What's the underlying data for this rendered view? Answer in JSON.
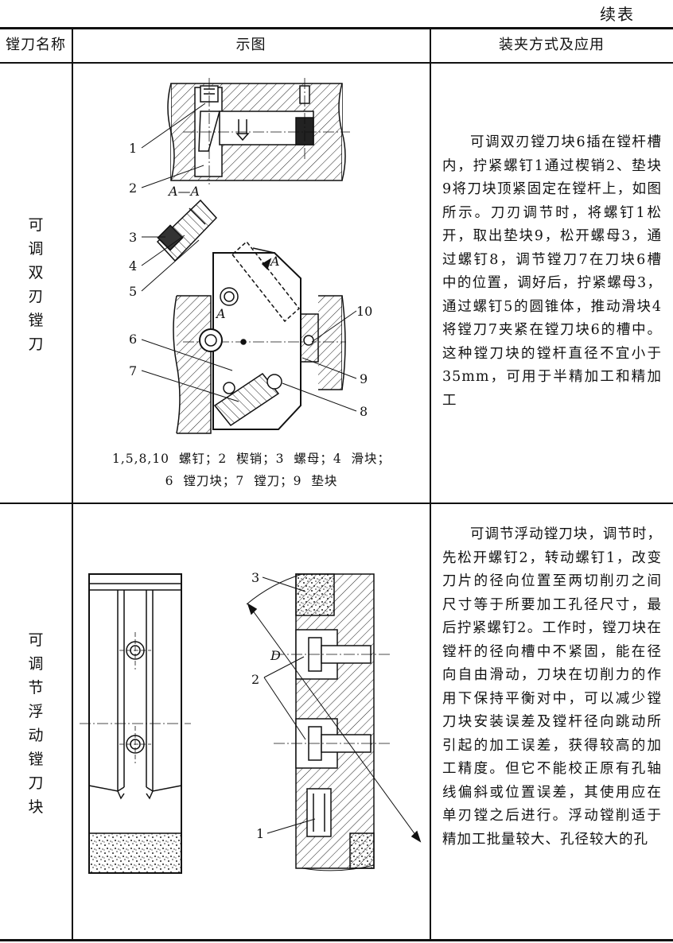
{
  "continued_label": "续表",
  "header": {
    "col1": "镗刀名称",
    "col2": "示图",
    "col3": "装夹方式及应用"
  },
  "rows": [
    {
      "name_chars": [
        "可",
        "调",
        "双",
        "刃",
        "镗",
        "刀"
      ],
      "description": "可调双刃镗刀块6插在镗杆槽内，拧紧螺钉1通过楔销2、垫块9将刀块顶紧固定在镗杆上，如图所示。刀刃调节时，将螺钉1松开，取出垫块9，松开螺母3，通过螺钉8，调节镗刀7在刀块6槽中的位置，调好后，拧紧螺母3，通过螺钉5的圆锥体，推动滑块4将镗刀7夹紧在镗刀块6的槽中。这种镗刀块的镗杆直径不宜小于35mm，可用于半精加工和精加工",
      "caption_line1": "1,5,8,10  螺钉；2  楔销；3  螺母；4  滑块；",
      "caption_line2": "6  镗刀块；7  镗刀；9  垫块",
      "figure_labels": {
        "section": "A—A",
        "arrow_a": "A",
        "n1": "1",
        "n2": "2",
        "n3": "3",
        "n4": "4",
        "n5": "5",
        "n6": "6",
        "n7": "7",
        "n8": "8",
        "n9": "9",
        "n10": "10"
      }
    },
    {
      "name_chars": [
        "可",
        "调",
        "节",
        "浮",
        "动",
        "镗",
        "刀",
        "块"
      ],
      "description": "可调节浮动镗刀块，调节时，先松开螺钉2，转动螺钉1，改变刀片的径向位置至两切削刃之间尺寸等于所要加工孔径尺寸，最后拧紧螺钉2。工作时，镗刀块在镗杆的径向槽中不紧固，能在径向自由滑动，刀块在切削力的作用下保持平衡对中，可以减少镗刀块安装误差及镗杆径向跳动所引起的加工误差，获得较高的加工精度。但它不能校正原有孔轴线偏斜或位置误差，其使用应在单刃镗之后进行。浮动镗削适于精加工批量较大、孔径较大的孔",
      "figure_labels": {
        "n1": "1",
        "n2": "2",
        "n3": "3",
        "dim": "D"
      }
    }
  ]
}
